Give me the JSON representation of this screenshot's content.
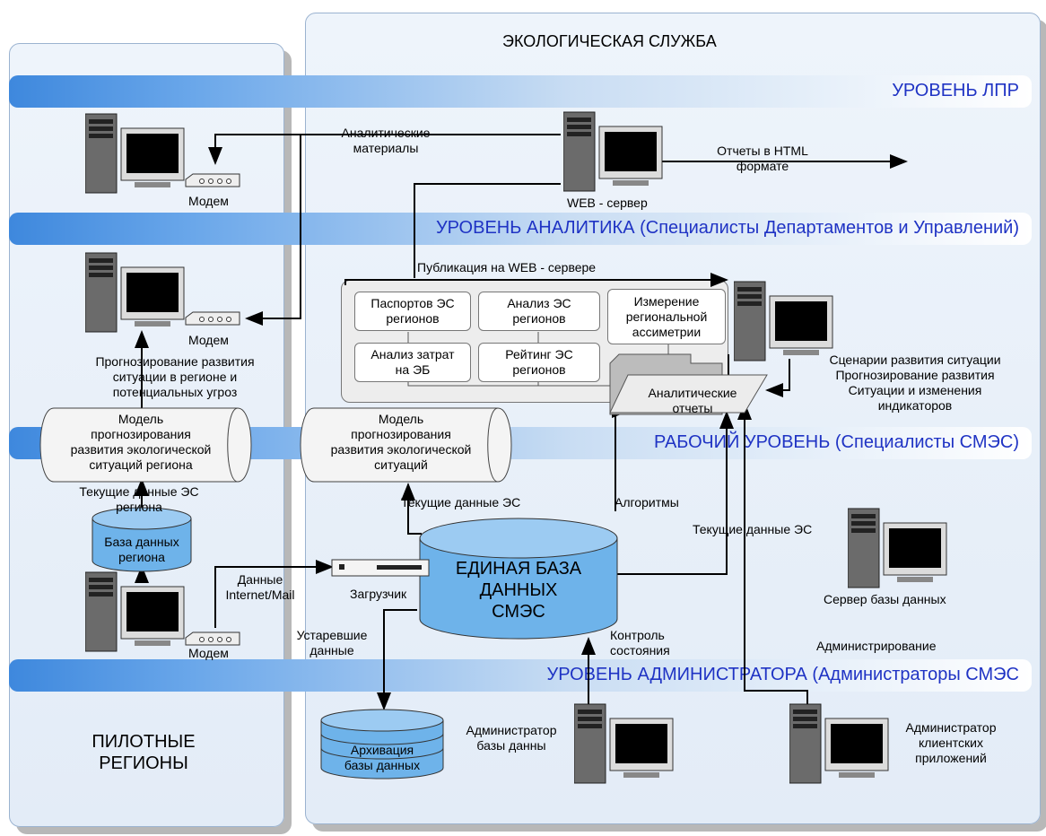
{
  "diagram": {
    "service_title": "ЭКОЛОГИЧЕСКАЯ СЛУЖБА",
    "pilot_regions": "ПИЛОТНЫЕ\nРЕГИОНЫ",
    "levels": {
      "lpr": "УРОВЕНЬ ЛПР",
      "analyst": "УРОВЕНЬ АНАЛИТИКА (Специалисты Департаментов и Управлений)",
      "work": "РАБОЧИЙ УРОВЕНЬ (Специалисты СМЭС)",
      "admin": "УРОВЕНЬ АДМИНИСТРАТОРА (Администраторы СМЭС"
    },
    "nodes": {
      "passports": "Паспортов ЭС\nрегионов",
      "analysis": "Анализ ЭС\nрегионов",
      "asymmetry": "Измерение\nрегиональной\nассиметрии",
      "costs": "Анализ затрат\nна ЭБ",
      "rating": "Рейтинг ЭС\nрегионов",
      "reports": "Аналитические\nотчеты"
    },
    "models": {
      "region": "Модель\nпрогнозирования\nразвития экологической\nситуаций региона",
      "central": "Модель\nпрогнозирования\nразвития экологической\nситуаций"
    },
    "databases": {
      "unified": "ЕДИНАЯ БАЗА\nДАННЫХ\nСМЭС",
      "region_db": "База данных\nрегиона",
      "archive": "Архивация\nбазы данных"
    },
    "labels": {
      "analytic_materials": "Аналитические\nматериалы",
      "modem_1": "Модем",
      "modem_2": "Модем",
      "modem_3": "Модем",
      "web_server": "WEB - сервер",
      "html_reports": "Отчеты в HTML\nформате",
      "publication": "Публикация на WEB - сервере",
      "forecast_region": "Прогнозирование развития\nситуации в регионе и\nпотенциальных угроз",
      "scenarios": "Сценарии развития ситуации\nПрогнозирование развития\nСитуации и изменения\nиндикаторов",
      "current_data_region": "Текущие данные ЭС\nрегиона",
      "current_data_1": "Текущие данные ЭС",
      "algorithms": "Алгоритмы",
      "current_data_2": "Текущие данные ЭС",
      "data_internet": "Данные\nInternet/Mail",
      "loader": "Загрузчик",
      "db_server": "Сервер базы данных",
      "outdated": "Устаревшие\nданные",
      "state_control": "Контроль\nсостояния",
      "administration": "Администрирование",
      "db_admin": "Администратор\nбазы данны",
      "client_admin": "Администратор\nклиентских\nприложений"
    }
  },
  "colors": {
    "band_blue": "#3e88dd",
    "level_text": "#1f33c4",
    "cylinder_blue": "#6eb3ea",
    "panel_bg": "#e3ecf7"
  },
  "icons": [
    "computer-icon",
    "modem-icon",
    "switch-icon",
    "database-icon",
    "report-icon",
    "arrow-icon"
  ]
}
